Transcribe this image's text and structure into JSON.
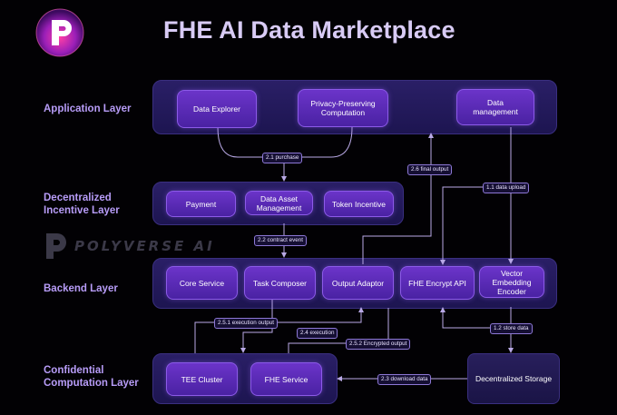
{
  "title": "FHE AI Data Marketplace",
  "watermark": "POLYVERSE AI",
  "layers": {
    "application": "Application Layer",
    "incentive": "Decentralized Incentive Layer",
    "backend": "Backend Layer",
    "computation": "Confidential Computation Layer"
  },
  "nodes": {
    "data_explorer": "Data Explorer",
    "privacy_computation": "Privacy-Preserving Computation",
    "data_management": "Data management",
    "payment": "Payment",
    "data_asset_management": "Data Asset Management",
    "token_incentive": "Token Incentive",
    "core_service": "Core Service",
    "task_composer": "Task Composer",
    "output_adaptor": "Output Adaptor",
    "fhe_encrypt_api": "FHE Encrypt API",
    "vector_embedding_encoder": "Vector Embedding Encoder",
    "tee_cluster": "TEE Cluster",
    "fhe_service": "FHE Service",
    "decentralized_storage": "Decentralized Storage"
  },
  "flows": {
    "purchase": "2.1 purchase",
    "contract_event": "2.2 contract event",
    "download_data": "2.3 download data",
    "execution": "2.4 execution",
    "execution_output": "2.5.1 execution output",
    "encrypted_output": "2.5.2 Encrypted output",
    "final_output": "2.6 final output",
    "data_upload": "1.1 data upload",
    "store_data": "1.2 store data"
  },
  "colors": {
    "background": "#020104",
    "title": "#d8cbf5",
    "layer_label": "#b79cf7",
    "node": "#5a2bb8",
    "band": "#241a5c",
    "line": "#b9a9e6"
  }
}
